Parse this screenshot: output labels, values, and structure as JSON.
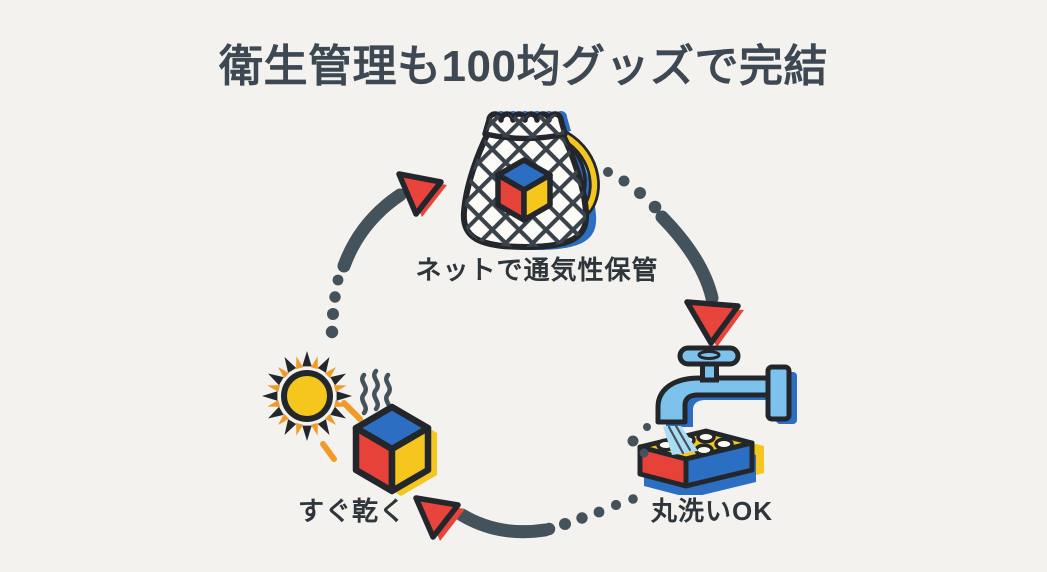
{
  "title": "衛生管理も100均グッズで完結",
  "cycle": {
    "steps": [
      {
        "id": "storage",
        "label": "ネットで通気性保管",
        "icon": "mesh-bag-with-block-icon"
      },
      {
        "id": "wash",
        "label": "丸洗いOK",
        "icon": "faucet-washing-block-icon"
      },
      {
        "id": "dry",
        "label": "すぐ乾く",
        "icon": "sun-drying-block-icon"
      }
    ]
  },
  "colors": {
    "background": "#f3f2ee",
    "title_text": "#3d4853",
    "label_text": "#2e353b",
    "arrow": "#44525c",
    "arrowhead": "#e8443b",
    "outline": "#23272c",
    "blue": "#2c6fc2",
    "red": "#e6423a",
    "yellow": "#f5c71d",
    "light_blue": "#7cc2ec",
    "water": "#a9dcf5",
    "orange": "#f09a28",
    "paper": "#fcfbf7"
  }
}
